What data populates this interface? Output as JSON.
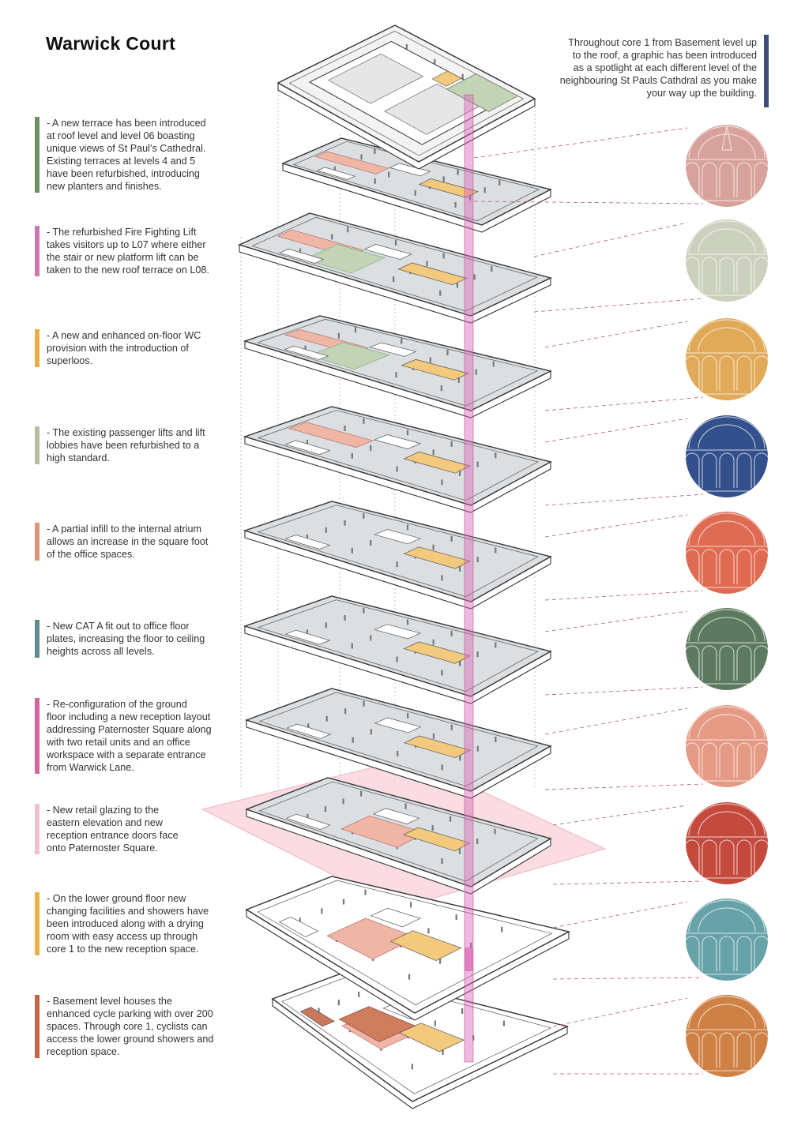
{
  "title": "Warwick Court",
  "intro_note": {
    "text": "Throughout core 1 from Basement level up\nto the roof, a graphic has been introduced\nas a spotlight at each different level of the\nneighbouring St Pauls Cathdral as you make\nyour way up the building.",
    "color": "#3e4e74"
  },
  "notes": [
    {
      "text": "- A new terrace has been introduced\nat roof level and level 06 boasting\nunique views of St Paul’s Cathedral.\nExisting terraces at levels 4 and 5\nhave been refurbished, introducing\nnew planters and finishes.",
      "color": "#6e8f63"
    },
    {
      "text": " - The refurbished Fire Fighting Lift\ntakes visitors up to L07 where either\nthe stair or new platform lift can be\ntaken to the new roof terrace on L08.",
      "color": "#cc79ad"
    },
    {
      "text": "- A new and enhanced on-floor WC\nprovision with the introduction of\nsuperloos.",
      "color": "#e9ae47"
    },
    {
      "text": "- The existing passenger lifts and lift\nlobbies have been refurbished to a\nhigh standard.",
      "color": "#b9bda1"
    },
    {
      "text": "- A partial infill to the internal atrium\nallows an increase in the square foot\nof the office spaces.",
      "color": "#d8977b"
    },
    {
      "text": "- New CAT A fit out to office floor\nplates, increasing the floor to ceiling\nheights across all levels.",
      "color": "#5f8a8e"
    },
    {
      "text": "- Re-configuration of the ground\nfloor including a new reception layout\naddressing Paternoster Square along\nwith two retail units and an office\nworkspace with a separate entrance\nfrom Warwick Lane.",
      "color": "#d3669c"
    },
    {
      "text": "- New retail glazing to the\neastern elevation and new\nreception entrance doors face\nonto Paternoster Square.",
      "color": "#efc2cf"
    },
    {
      "text": "- On the lower ground floor new\nchanging facilities and showers have\nbeen introduced along with a drying\nroom with easy access up through\ncore 1 to the new reception space.",
      "color": "#eab24a"
    },
    {
      "text": "- Basement level houses the\nenhanced cycle parking with over 200\nspaces. Through core 1, cyclists can\naccess the lower ground showers and\nreception space.",
      "color": "#bf6746"
    }
  ],
  "spotlight_colors": [
    "#d7a29b",
    "#ccd1bd",
    "#e0aa58",
    "#33508c",
    "#df6c52",
    "#5d7a60",
    "#e59a85",
    "#c54a3e",
    "#67a2a9",
    "#cf8145"
  ],
  "colors": {
    "floor_fill": "#dcdfe2",
    "wall": "#333333",
    "core": "#d865b4",
    "wc": "#f2c97d",
    "atrium_infill": "#efb5a5",
    "terrace": "#c3d3b5",
    "ground_plane": "#f7c5cf"
  }
}
